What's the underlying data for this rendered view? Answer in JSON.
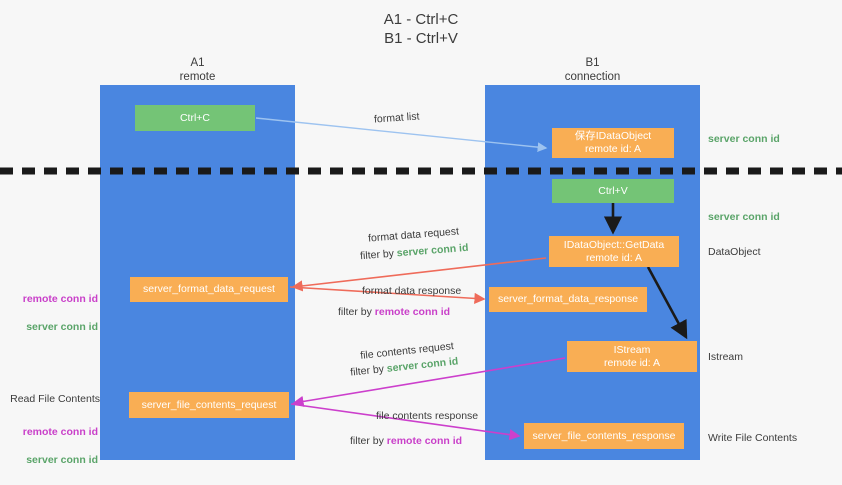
{
  "title": "A1 - Ctrl+C\nB1 - Ctrl+V",
  "lanes": {
    "a1": {
      "head": "A1\nremote"
    },
    "b1": {
      "head": "B1\nconnection"
    }
  },
  "nodes": {
    "ctrl_c": "Ctrl+C",
    "ole_idataobject": "保存IDataObject\nremote id: A",
    "ctrl_v": "Ctrl+V",
    "idataobject_getdata": "IDataObject::GetData\nremote id: A",
    "server_format_data_request": "server_format_data_request",
    "server_format_data_response": "server_format_data_response",
    "istream": "IStream\nremote id: A",
    "server_file_contents_request": "server_file_contents_request",
    "server_file_contents_response": "server_file_contents_response"
  },
  "edge_labels": {
    "format_list": "format list",
    "format_data_request": "format data request",
    "format_data_request_filter_prefix": "filter by ",
    "format_data_request_filter_value": "server conn id",
    "format_data_response": "format data response",
    "format_data_response_filter_prefix": "filter by ",
    "format_data_response_filter_value": "remote conn id",
    "file_contents_request": "file contents request",
    "file_contents_request_filter_prefix": "filter by ",
    "file_contents_request_filter_value": "server conn id",
    "file_contents_response": "file contents response",
    "file_contents_response_filter_prefix": "filter by ",
    "file_contents_response_filter_value": "remote conn id"
  },
  "side_labels": {
    "server_conn_id_top": "server conn id",
    "server_conn_id_mid": "server conn id",
    "dataobject": "DataObject",
    "istream": "Istream",
    "write_file_contents": "Write File Contents",
    "read_file_contents": "Read File Contents",
    "remote_conn_id_a": "remote conn id",
    "server_conn_id_a": "server conn id",
    "remote_conn_id_b": "remote conn id",
    "server_conn_id_b": "server conn id"
  },
  "colors": {
    "lane": "#4a86e0",
    "green_node": "#74c476",
    "orange_node": "#f9ae54",
    "green_text": "#5aa469",
    "magenta_text": "#c940c9",
    "arrow_blue": "#9dc3f0",
    "arrow_red": "#ef6b5a",
    "arrow_magenta": "#cc3fcc",
    "arrow_black": "#1a1a1a",
    "background": "#f7f7f7"
  }
}
